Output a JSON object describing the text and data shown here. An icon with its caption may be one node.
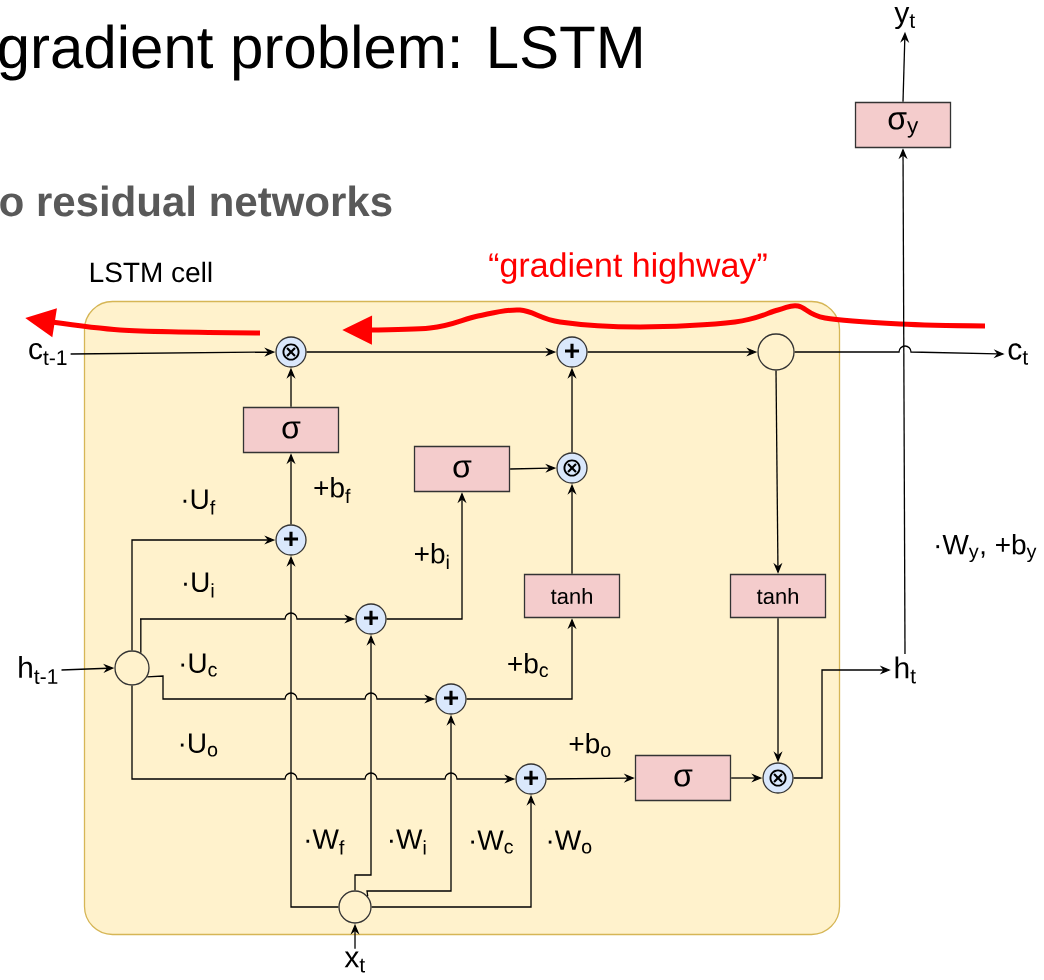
{
  "diagram": {
    "title": "gradient problem: LSTM",
    "nodes": [
      {
        "text": [
          "LSTM cell"
        ]
      },
      {
        "text": [
          "c$_{t-1}$"
        ]
      },
      {
        "text": [
          "⊗"
        ],
        "in": 0
      },
      {
        "text": [
          "σ"
        ],
        "in": 0
      },
      {
        "text": [
          "+"
        ],
        "in": 0
      },
      {
        "text": [
          "σ"
        ],
        "in": 0
      },
      {
        "text": [
          "⊗"
        ],
        "in": 0
      },
      {
        "text": [
          "+"
        ],
        "in": 0
      },
      {
        "text": [],
        "shape": "circle",
        "in": 0
      },
      {
        "text": [
          "c$_{t}$"
        ]
      },
      {
        "text": [
          "tanh"
        ],
        "in": 0
      },
      {
        "text": [
          "tanh"
        ],
        "in": 0
      },
      {
        "text": [
          "+"
        ],
        "in": 0
      },
      {
        "text": [
          "h$_{t-1}$"
        ]
      },
      {
        "text": [],
        "shape": "circle",
        "in": 0
      },
      {
        "text": [
          "+"
        ],
        "in": 0
      },
      {
        "text": [
          "+"
        ],
        "in": 0
      },
      {
        "text": [
          "σ"
        ],
        "in": 0
      },
      {
        "text": [
          "⊗"
        ],
        "in": 0
      },
      {
        "text": [
          "h$_{t}$"
        ]
      },
      {
        "text": [],
        "shape": "circle",
        "in": 0
      },
      {
        "text": [
          "x$_{t}$"
        ]
      },
      {
        "text": [
          "σ$_{y}$"
        ]
      },
      {
        "text": [
          "y$_{t}$"
        ]
      }
    ],
    "edges": [
      {
        "from": 1,
        "to": 2,
        "arrow": "to"
      },
      {
        "from": 3,
        "to": 2,
        "arrow": "to"
      },
      {
        "from": 4,
        "to": 3,
        "arrow": "to",
        "label": "+b$_{f}$"
      },
      {
        "from": 14,
        "to": 4,
        "arrow": "to",
        "label": "·U$_{f}$"
      },
      {
        "from": 20,
        "to": 4,
        "arrow": "to",
        "label": "·W$_{f}$"
      },
      {
        "from": 2,
        "to": 7,
        "arrow": "to"
      },
      {
        "from": 5,
        "to": 6,
        "arrow": "to"
      },
      {
        "from": 6,
        "to": 7,
        "arrow": "to"
      },
      {
        "from": 12,
        "to": 5,
        "arrow": "to",
        "label": "+b$_{i}$"
      },
      {
        "from": 14,
        "to": 12,
        "arrow": "to",
        "label": "·U$_{i}$"
      },
      {
        "from": 20,
        "to": 12,
        "arrow": "to",
        "label": "·W$_{i}$"
      },
      {
        "from": 10,
        "to": 6,
        "arrow": "to"
      },
      {
        "from": 15,
        "to": 10,
        "arrow": "to",
        "label": "+b$_{c}$"
      },
      {
        "from": 14,
        "to": 15,
        "arrow": "to",
        "label": "·U$_{c}$"
      },
      {
        "from": 20,
        "to": 15,
        "arrow": "to",
        "label": "·W$_{c}$"
      },
      {
        "from": 14,
        "to": 16,
        "arrow": "to",
        "label": "·U$_{o}$"
      },
      {
        "from": 20,
        "to": 16,
        "arrow": "to",
        "label": "·W$_{o}$"
      },
      {
        "from": 16,
        "to": 17,
        "arrow": "to",
        "label": "+b$_{o}$"
      },
      {
        "from": 17,
        "to": 18,
        "arrow": "to"
      },
      {
        "from": 7,
        "to": 8,
        "arrow": "to"
      },
      {
        "from": 8,
        "to": 9,
        "arrow": "to"
      },
      {
        "from": 8,
        "to": 11,
        "arrow": "to"
      },
      {
        "from": 11,
        "to": 18,
        "arrow": "to"
      },
      {
        "from": 18,
        "to": 19,
        "arrow": "to"
      },
      {
        "from": 19,
        "to": 22,
        "arrow": "to",
        "label": "·W$_{y}$, +b$_{y}$"
      },
      {
        "from": 22,
        "to": 23,
        "arrow": "to"
      },
      {
        "from": 13,
        "to": 14,
        "arrow": "to"
      },
      {
        "from": 21,
        "to": 20,
        "arrow": "to"
      }
    ],
    "labels": [
      "o residual networks",
      "“gradient highway”"
    ]
  }
}
